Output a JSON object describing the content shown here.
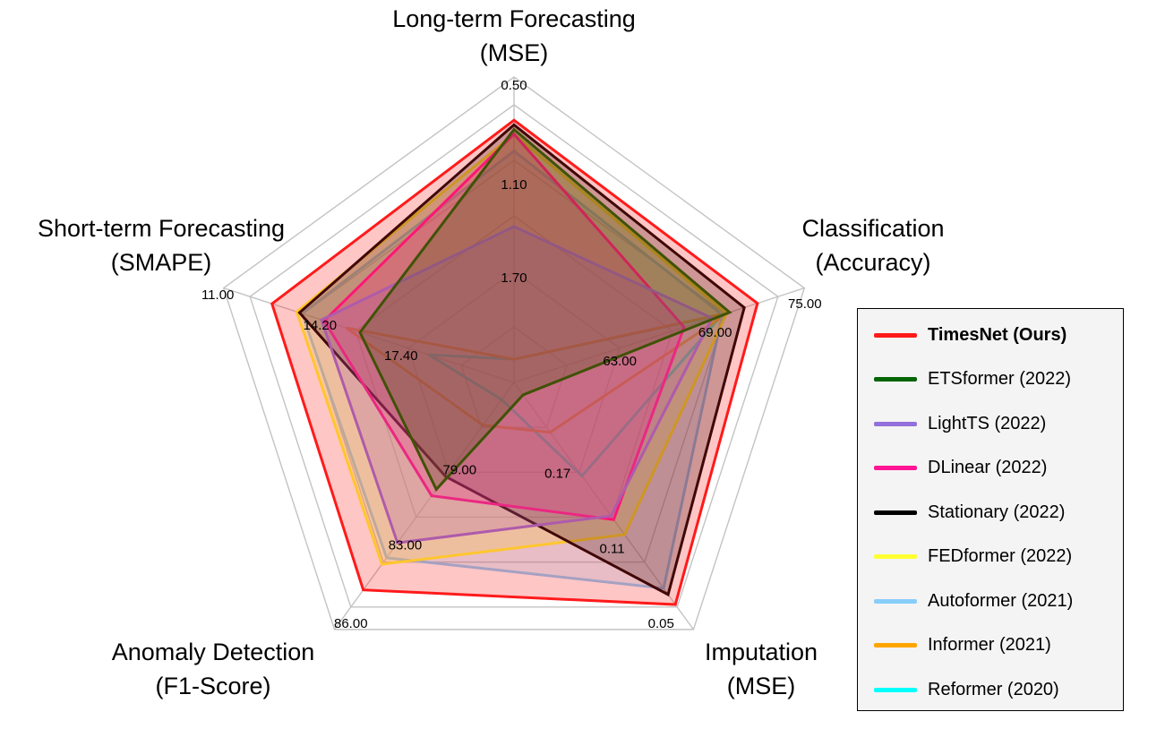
{
  "chart_data": {
    "type": "radar",
    "axes": [
      {
        "title": [
          "Long-term Forecasting",
          "(MSE)"
        ],
        "ticks": [
          "0.50",
          "1.10",
          "1.70"
        ],
        "range": [
          2.3,
          0.5
        ]
      },
      {
        "title": [
          "Classification",
          "(Accuracy)"
        ],
        "ticks": [
          "75.00",
          "69.00",
          "63.00"
        ],
        "range": [
          57,
          75
        ]
      },
      {
        "title": [
          "Imputation",
          "(MSE)"
        ],
        "ticks": [
          "0.05",
          "0.11",
          "0.17"
        ],
        "range": [
          0.23,
          0.05
        ]
      },
      {
        "title": [
          "Anomaly Detection",
          "(F1-Score)"
        ],
        "ticks": [
          "86.00",
          "83.00",
          "79.00"
        ],
        "range": [
          75.5,
          86
        ]
      },
      {
        "title": [
          "Short-term Forecasting",
          "(SMAPE)"
        ],
        "ticks": [
          "11.00",
          "14.20",
          "17.40"
        ],
        "range": [
          20.6,
          11
        ]
      }
    ],
    "series": [
      {
        "name": "TimesNet (Ours)",
        "color": "#ff1a1a",
        "fill": true,
        "values": [
          0.6,
          73.6,
          0.052,
          85.2,
          11.8
        ]
      },
      {
        "name": "ETSformer (2022)",
        "color": "#006400",
        "fill": true,
        "values": [
          0.66,
          71.7,
          0.22,
          80.5,
          15.0
        ]
      },
      {
        "name": "LightTS (2022)",
        "color": "#9370db",
        "fill": true,
        "values": [
          1.29,
          70.5,
          0.123,
          83.0,
          13.6
        ]
      },
      {
        "name": "DLinear (2022)",
        "color": "#ff1493",
        "fill": true,
        "values": [
          0.69,
          68.6,
          0.12,
          80.8,
          13.7
        ]
      },
      {
        "name": "Stationary (2022)",
        "color": "#000000",
        "fill": true,
        "values": [
          0.63,
          72.7,
          0.06,
          79.9,
          12.8
        ]
      },
      {
        "name": "FEDformer (2022)",
        "color": "#ffff33",
        "fill": true,
        "values": [
          0.69,
          71.5,
          0.108,
          84.0,
          12.7
        ]
      },
      {
        "name": "Autoformer (2021)",
        "color": "#87cefa",
        "fill": true,
        "values": [
          0.8,
          71.2,
          0.065,
          83.7,
          12.9
        ]
      },
      {
        "name": "Informer (2021)",
        "color": "#ffa500",
        "fill": false,
        "values": [
          2.15,
          71.6,
          0.19,
          77.5,
          14.5
        ]
      },
      {
        "name": "Reformer (2020)",
        "color": "#00ffff",
        "fill": false,
        "values": [
          2.15,
          71.2,
          0.155,
          76.3,
          17.5
        ]
      }
    ]
  }
}
